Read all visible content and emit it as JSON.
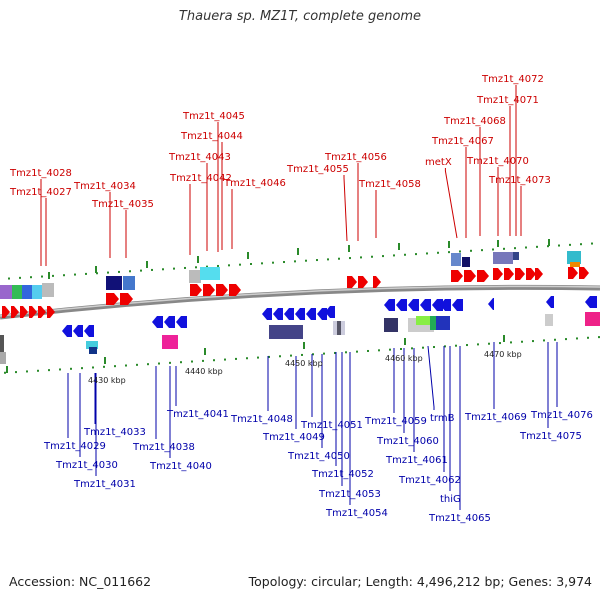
{
  "title": "Thauera sp. MZ1T, complete genome",
  "footer": {
    "accession": "Accession: NC_011662",
    "info": "Topology: circular; Length: 4,496,212 bp; Genes: 3,974"
  },
  "colors": {
    "forward": "#ee0000",
    "reverse": "#1111dd",
    "top_label": "#cc0000",
    "bottom_label": "#0000aa"
  },
  "scale_labels": [
    "4430 kbp",
    "4440 kbp",
    "4450 kbp",
    "4460 kbp",
    "4470 kbp"
  ],
  "top_genes": [
    "Tmz1t_4028",
    "Tmz1t_4027",
    "Tmz1t_4034",
    "Tmz1t_4035",
    "Tmz1t_4045",
    "Tmz1t_4044",
    "Tmz1t_4043",
    "Tmz1t_4042",
    "Tmz1t_4046",
    "Tmz1t_4056",
    "Tmz1t_4055",
    "Tmz1t_4058",
    "metX",
    "Tmz1t_4067",
    "Tmz1t_4068",
    "Tmz1t_4072",
    "Tmz1t_4071",
    "Tmz1t_4070",
    "Tmz1t_4073"
  ],
  "bottom_genes": [
    "Tmz1t_4029",
    "Tmz1t_4030",
    "Tmz1t_4031",
    "Tmz1t_4033",
    "Tmz1t_4038",
    "Tmz1t_4040",
    "Tmz1t_4041",
    "Tmz1t_4048",
    "Tmz1t_4049",
    "Tmz1t_4050",
    "Tmz1t_4051",
    "Tmz1t_4052",
    "Tmz1t_4053",
    "Tmz1t_4054",
    "Tmz1t_4059",
    "Tmz1t_4060",
    "Tmz1t_4061",
    "trmB",
    "Tmz1t_4062",
    "thiG",
    "Tmz1t_4065",
    "Tmz1t_4069",
    "Tmz1t_4076",
    "Tmz1t_4075"
  ]
}
